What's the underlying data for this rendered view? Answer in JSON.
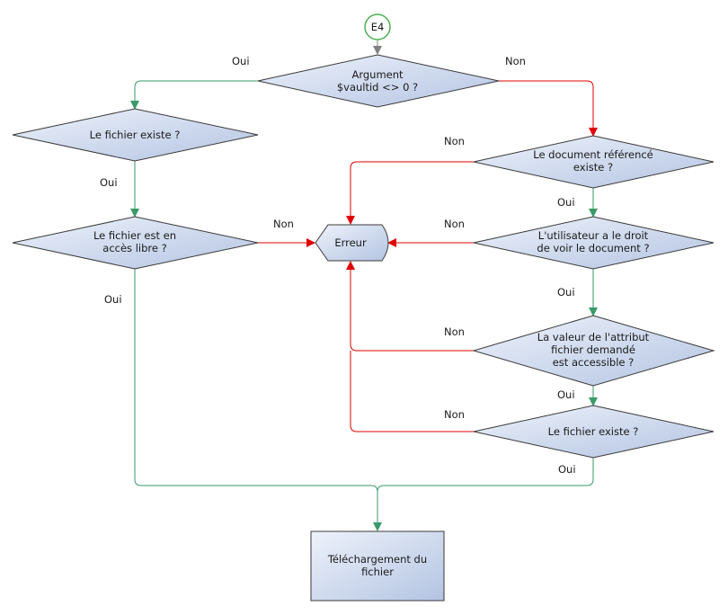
{
  "start": {
    "label": "E4"
  },
  "nodes": {
    "argument": [
      "Argument",
      "$vaultid <> 0 ?"
    ],
    "fichier_existe_left": [
      "Le fichier existe ?"
    ],
    "fichier_libre": [
      "Le fichier est en",
      "accès libre ?"
    ],
    "erreur": [
      "Erreur"
    ],
    "doc_existe": [
      "Le document référencé",
      "existe ?"
    ],
    "droit": [
      "L'utilisateur a le droit",
      "de voir le document ?"
    ],
    "attribut": [
      "La valeur de l'attribut",
      "fichier demandé",
      "est accessible ?"
    ],
    "fichier_existe_right": [
      "Le fichier existe ?"
    ],
    "telechargement": [
      "Téléchargement du",
      "fichier"
    ]
  },
  "edge_labels": {
    "arg_oui": "Oui",
    "arg_non": "Non",
    "left_existe_oui": "Oui",
    "libre_non": "Non",
    "libre_oui": "Oui",
    "doc_non": "Non",
    "doc_oui": "Oui",
    "droit_non": "Non",
    "droit_oui": "Oui",
    "attr_non": "Non",
    "attr_oui": "Oui",
    "right_existe_non": "Non",
    "right_existe_oui": "Oui"
  },
  "colors": {
    "yes": "#3a9a6a",
    "no": "#e00000",
    "start_arrow": "#808080",
    "start_border": "#4caf50",
    "node_grad_start": "#eef2fb",
    "node_grad_end": "#b3c4e2"
  }
}
